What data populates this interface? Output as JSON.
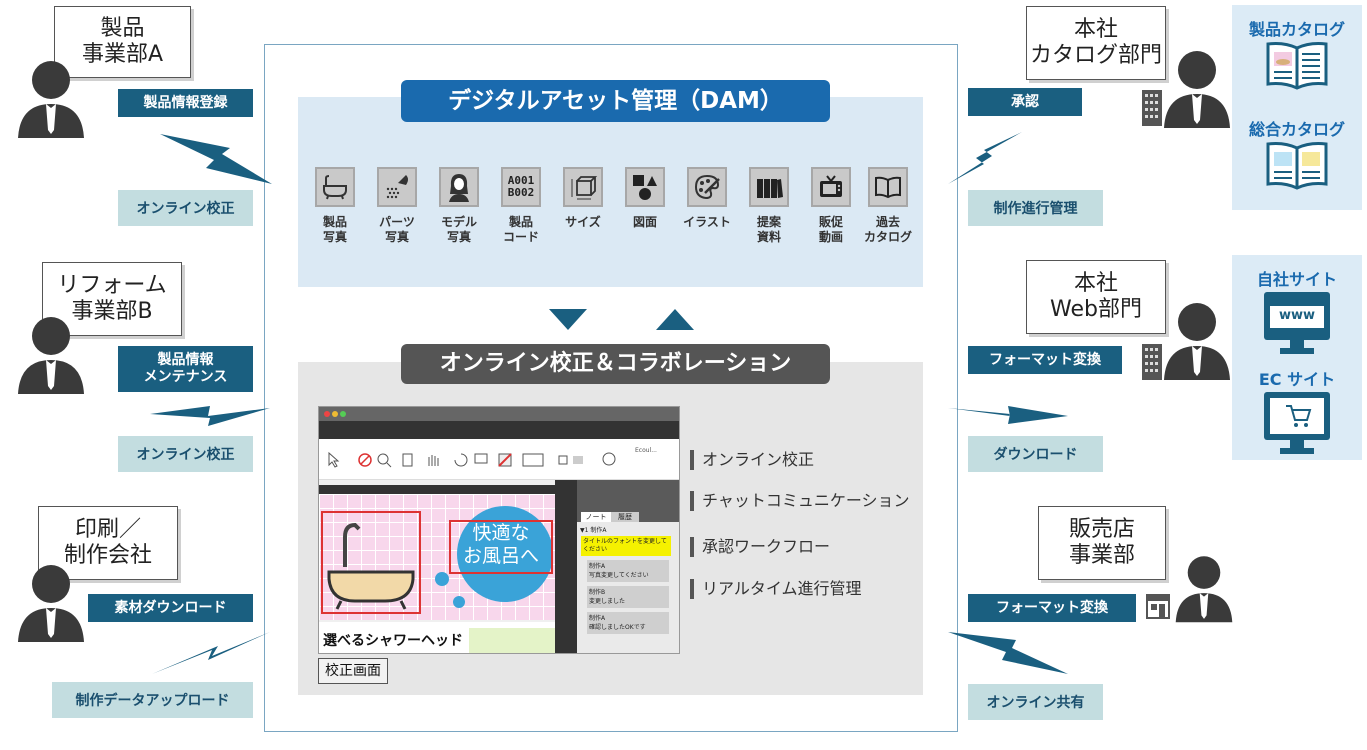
{
  "dam": {
    "title": "デジタルアセット管理（DAM）",
    "assets": [
      {
        "label": "製品\n写真",
        "icon": "bathtub-icon"
      },
      {
        "label": "パーツ\n写真",
        "icon": "shower-icon"
      },
      {
        "label": "モデル\n写真",
        "icon": "model-icon"
      },
      {
        "label": "製品\nコード",
        "icon": "product-code-icon",
        "code_line1": "A001",
        "code_line2": "B002"
      },
      {
        "label": "サイズ",
        "icon": "size-cube-icon"
      },
      {
        "label": "図面",
        "icon": "drawing-shapes-icon"
      },
      {
        "label": "イラスト",
        "icon": "palette-icon"
      },
      {
        "label": "提案\n資料",
        "icon": "binders-icon"
      },
      {
        "label": "販促\n動画",
        "icon": "tv-icon"
      },
      {
        "label": "過去\nカタログ",
        "icon": "open-book-icon"
      }
    ]
  },
  "collab": {
    "title": "オンライン校正＆コラボレーション",
    "features": [
      "オンライン校正",
      "チャットコミュニケーション",
      "承認ワークフロー",
      "リアルタイム進行管理"
    ],
    "screen": {
      "label": "校正画面",
      "tabs": [
        "ノート",
        "履歴"
      ],
      "toolbar_text": "Ecoul...",
      "bubble_line1": "快適な",
      "bubble_line2": "お風呂へ",
      "caption": "選べるシャワーヘッド",
      "note_header": "▼1 制作A",
      "note_highlight": "タイトルのフォントを変更してください",
      "notes": [
        {
          "author": "制作A",
          "text": "写真変更してください"
        },
        {
          "author": "制作B",
          "text": "変更しました"
        },
        {
          "author": "制作A",
          "text": "確認しましたOKです"
        }
      ]
    }
  },
  "left": [
    {
      "name": "製品\n事業部A",
      "action": "製品情報登録",
      "flow": "オンライン校正"
    },
    {
      "name": "リフォーム\n事業部B",
      "action": "製品情報\nメンテナンス",
      "flow": "オンライン校正"
    },
    {
      "name": "印刷／\n制作会社",
      "action": "素材ダウンロード",
      "flow": "制作データアップロード"
    }
  ],
  "right": [
    {
      "name": "本社\nカタログ部門",
      "action": "承認",
      "flow": "制作進行管理"
    },
    {
      "name": "本社\nWeb部門",
      "action": "フォーマット変換",
      "flow": "ダウンロード"
    },
    {
      "name": "販売店\n事業部",
      "action": "フォーマット変換",
      "flow": "オンライン共有"
    }
  ],
  "outputs": {
    "catalog": [
      "製品カタログ",
      "総合カタログ"
    ],
    "web": [
      "自社サイト",
      "EC サイト"
    ],
    "www_label": "www"
  },
  "colors": {
    "dark_teal": "#1a5f80",
    "light_teal": "#c3dde0",
    "blue": "#1a6aae",
    "person": "#3a3a3a"
  }
}
